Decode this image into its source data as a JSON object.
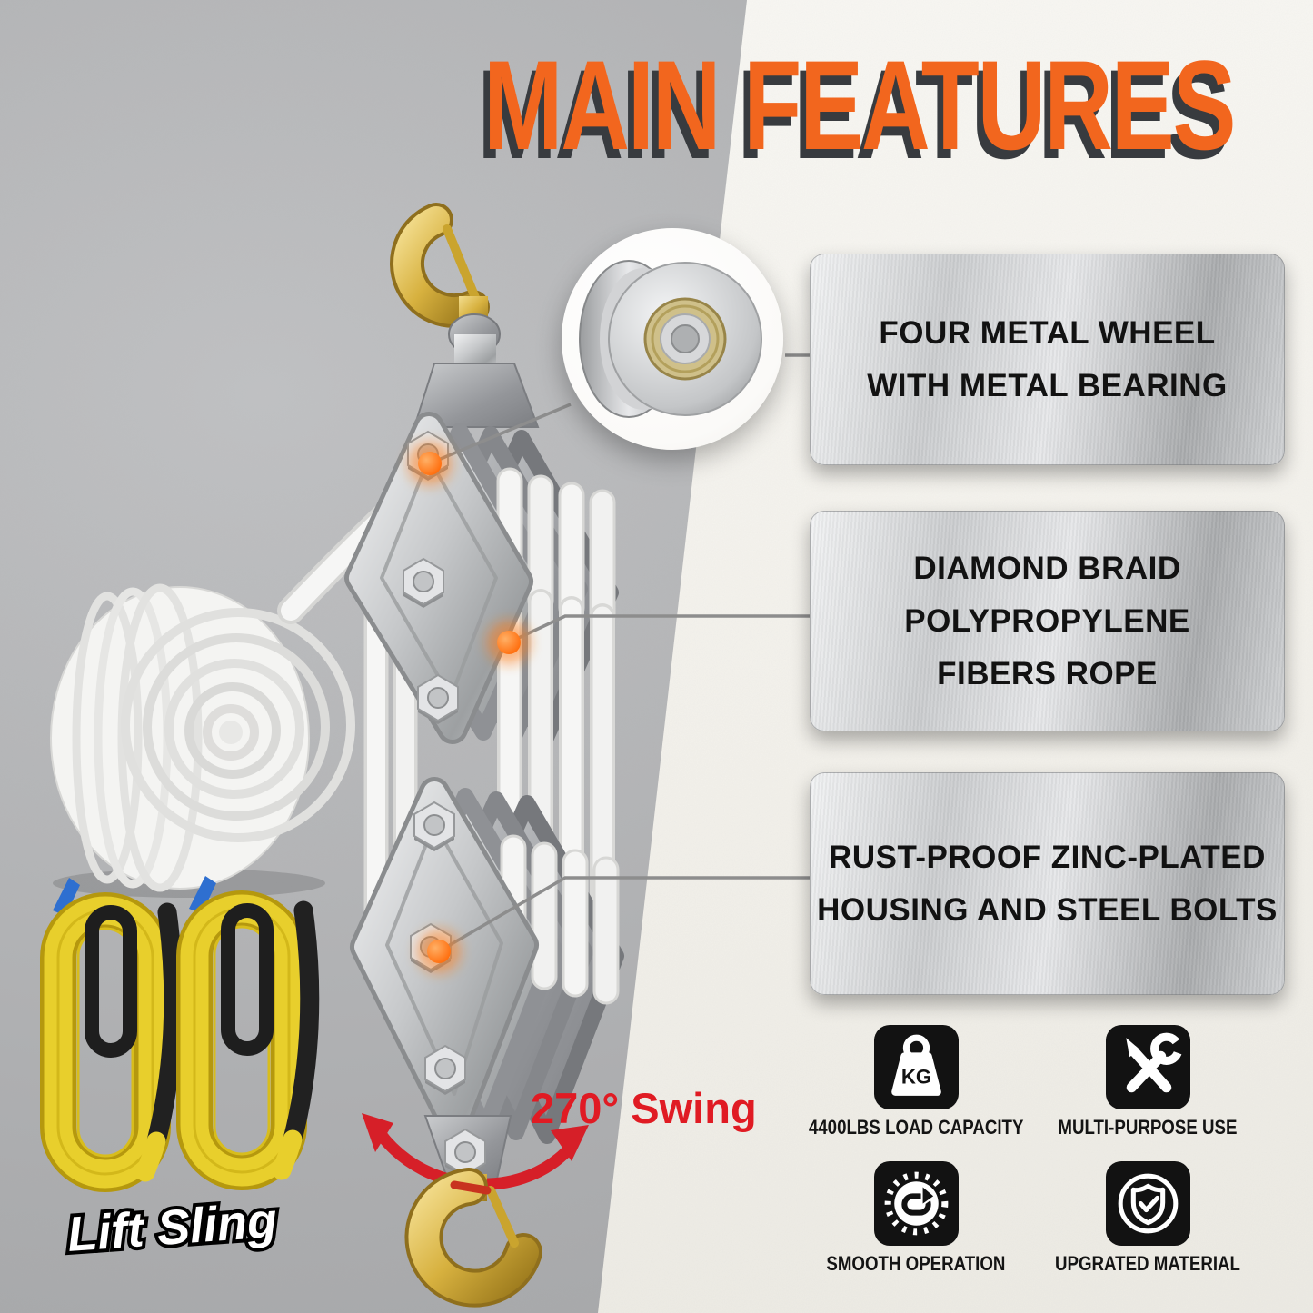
{
  "title": {
    "text": "MAIN FEATURES",
    "color": "#f2661e",
    "shadow_color": "#383b3f"
  },
  "features": [
    {
      "lines": [
        "FOUR METAL WHEEL",
        "WITH METAL BEARING"
      ]
    },
    {
      "lines": [
        "DIAMOND BRAID",
        "POLYPROPYLENE",
        "FIBERS ROPE"
      ]
    },
    {
      "lines": [
        "RUST-PROOF ZINC-PLATED",
        "HOUSING AND STEEL BOLTS"
      ]
    }
  ],
  "annotations": {
    "swing_label": "270° Swing",
    "lift_sling_label": "Lift Sling"
  },
  "badges": [
    {
      "icon": "weight-kg-icon",
      "icon_text": "KG",
      "label": "4400LBS LOAD CAPACITY"
    },
    {
      "icon": "tools-icon",
      "label": "MULTI-PURPOSE USE"
    },
    {
      "icon": "rotation-arrow-icon",
      "label": "SMOOTH OPERATION"
    },
    {
      "icon": "shield-check-icon",
      "label": "UPGRATED MATERIAL"
    }
  ],
  "colors": {
    "accent_orange": "#f2661e",
    "swing_red": "#e01b23",
    "callout_dot": "#ff6600",
    "badge_bg": "#121212",
    "plate_text": "#121212",
    "gold": "#d3ab35",
    "silver": "#c7c9cb"
  }
}
